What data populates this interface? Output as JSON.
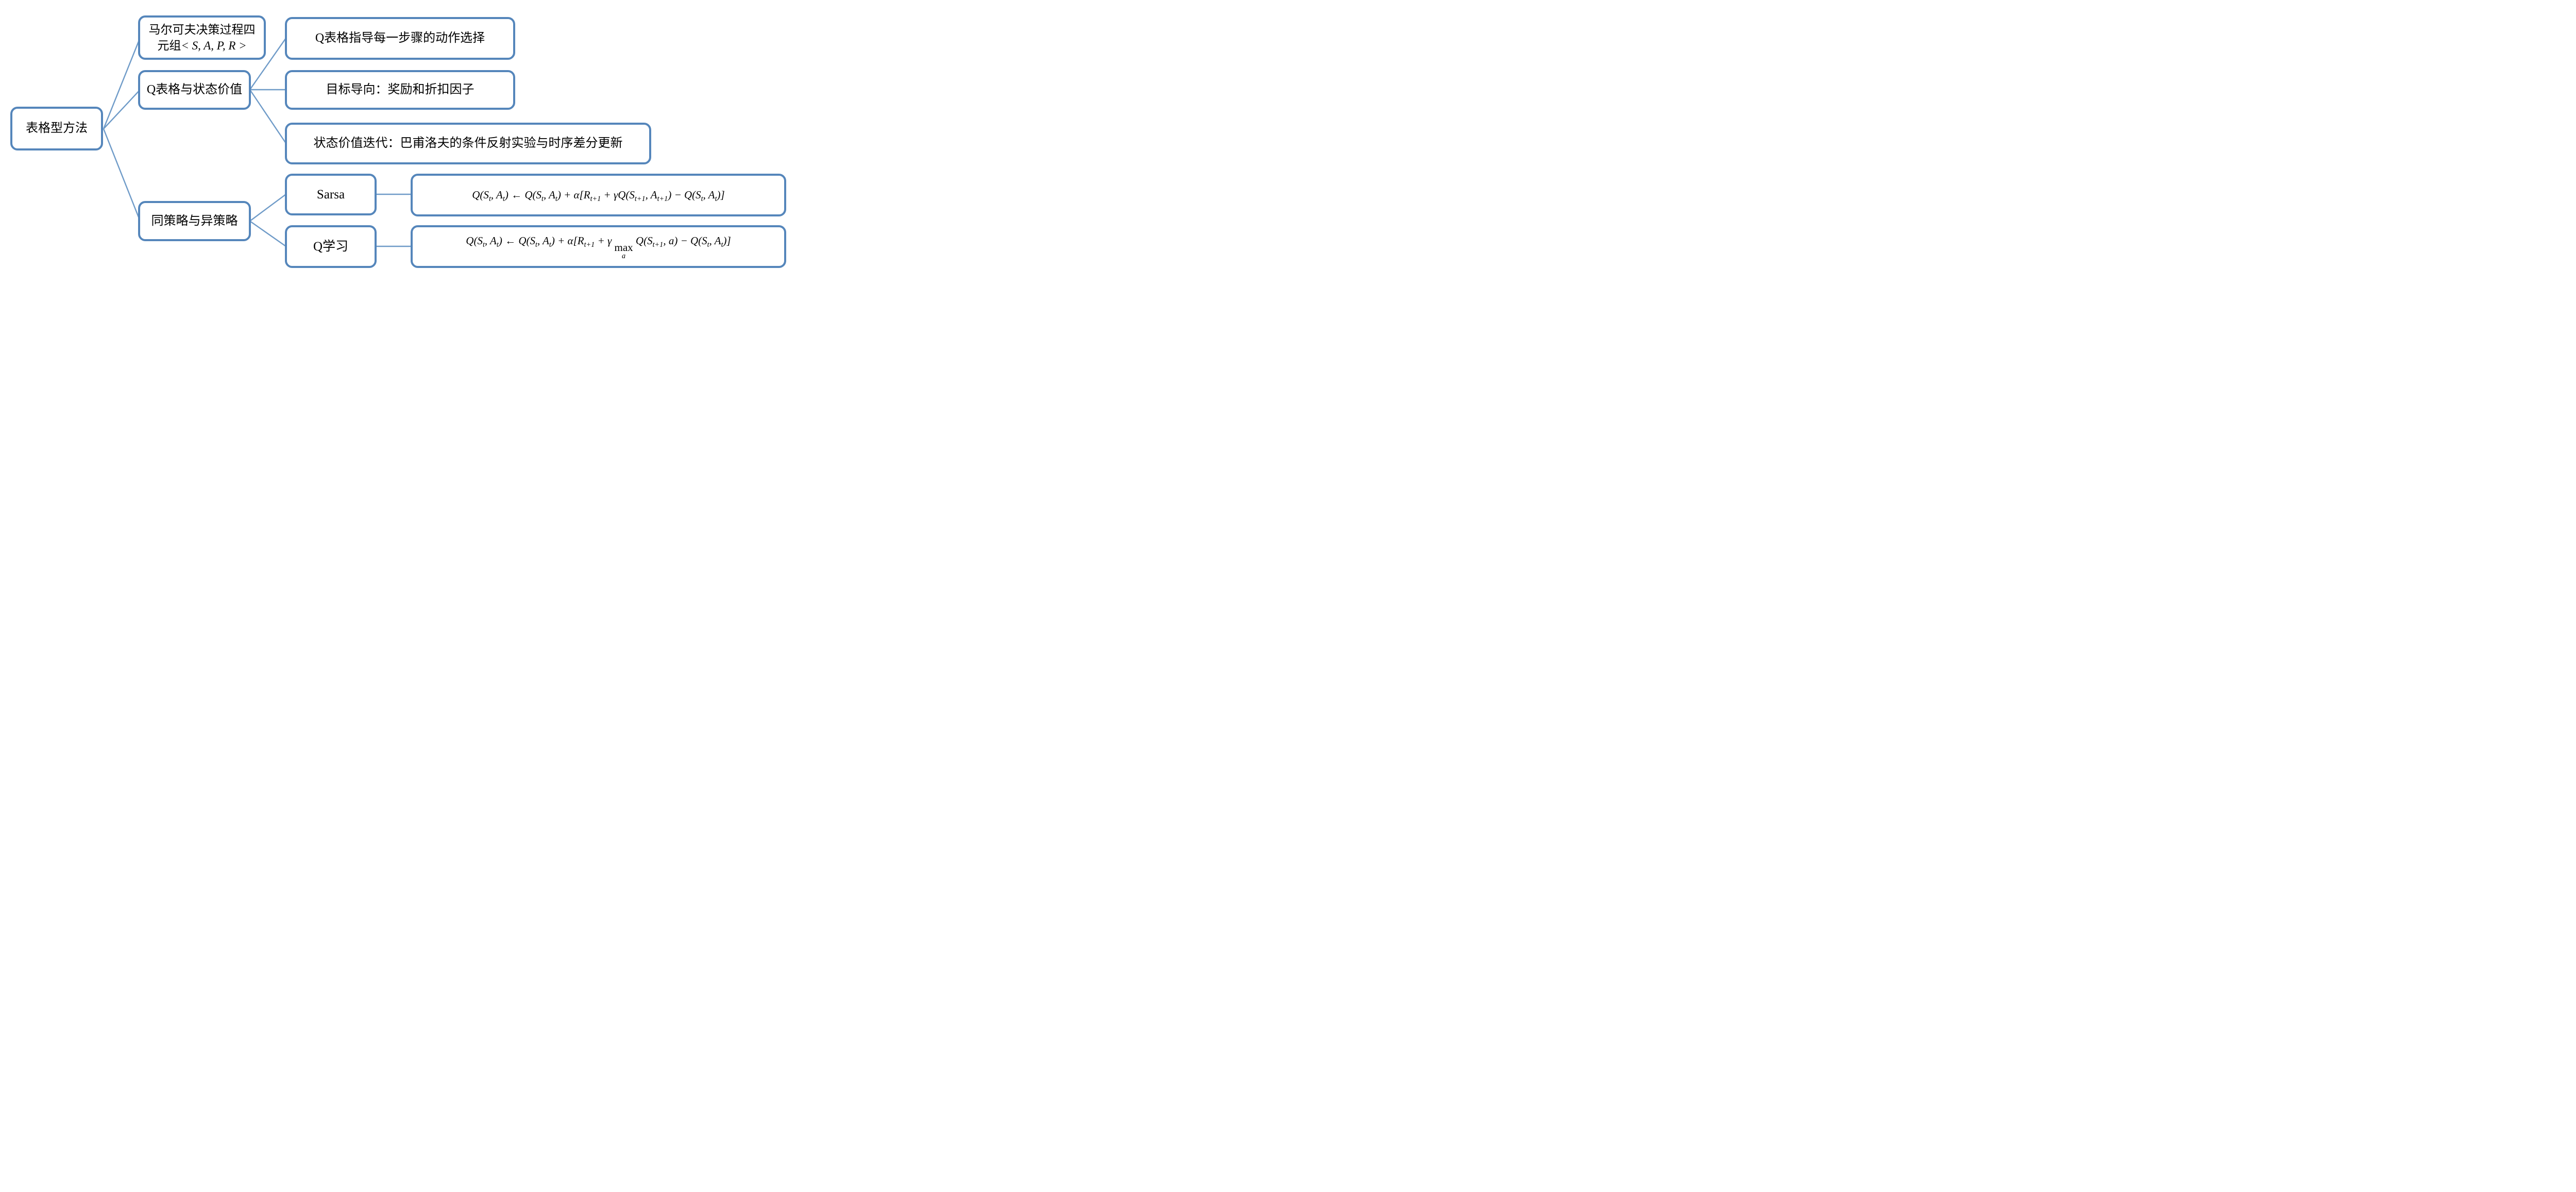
{
  "colors": {
    "box_border": "#5586bb",
    "connector_line": "#6f9bc8",
    "text": "#000000",
    "background": "#ffffff"
  },
  "nodes": {
    "root": {
      "label": "表格型方法"
    },
    "mdp": {
      "line1": "马尔可夫决策过程四",
      "line2_prefix": "元组",
      "line2_math": "< S, A, P, R >"
    },
    "qtable": {
      "label": "Q表格与状态价值"
    },
    "qtable_step": {
      "label": "Q表格指导每一步骤的动作选择"
    },
    "goal": {
      "label": "目标导向：奖励和折扣因子"
    },
    "value_iter": {
      "label": "状态价值迭代：巴甫洛夫的条件反射实验与时序差分更新"
    },
    "policy": {
      "label": "同策略与异策略"
    },
    "sarsa": {
      "label": "Sarsa"
    },
    "qlearning": {
      "label": "Q学习"
    },
    "sarsa_formula": {
      "segments": [
        {
          "t": "Q(S"
        },
        {
          "s": "t"
        },
        {
          "t": ", A"
        },
        {
          "s": "t"
        },
        {
          "t": ") ← Q(S"
        },
        {
          "s": "t"
        },
        {
          "t": ", A"
        },
        {
          "s": "t"
        },
        {
          "t": ") + α[R"
        },
        {
          "s": "t+1"
        },
        {
          "t": " + γQ(S"
        },
        {
          "s": "t+1"
        },
        {
          "t": ", A"
        },
        {
          "s": "t+1"
        },
        {
          "t": ") − Q(S"
        },
        {
          "s": "t"
        },
        {
          "t": ", A"
        },
        {
          "s": "t"
        },
        {
          "t": ")]"
        }
      ]
    },
    "qlearning_formula": {
      "segments": [
        {
          "t": "Q(S"
        },
        {
          "s": "t"
        },
        {
          "t": ", A"
        },
        {
          "s": "t"
        },
        {
          "t": ") ← Q(S"
        },
        {
          "s": "t"
        },
        {
          "t": ", A"
        },
        {
          "s": "t"
        },
        {
          "t": ") + α[R"
        },
        {
          "s": "t+1"
        },
        {
          "t": " + γ "
        },
        {
          "stack": {
            "top": "max",
            "bottom": "a"
          }
        },
        {
          "t": " Q(S"
        },
        {
          "s": "t+1"
        },
        {
          "t": ", a) − Q(S"
        },
        {
          "s": "t"
        },
        {
          "t": ", A"
        },
        {
          "s": "t"
        },
        {
          "t": ")]"
        }
      ]
    }
  }
}
